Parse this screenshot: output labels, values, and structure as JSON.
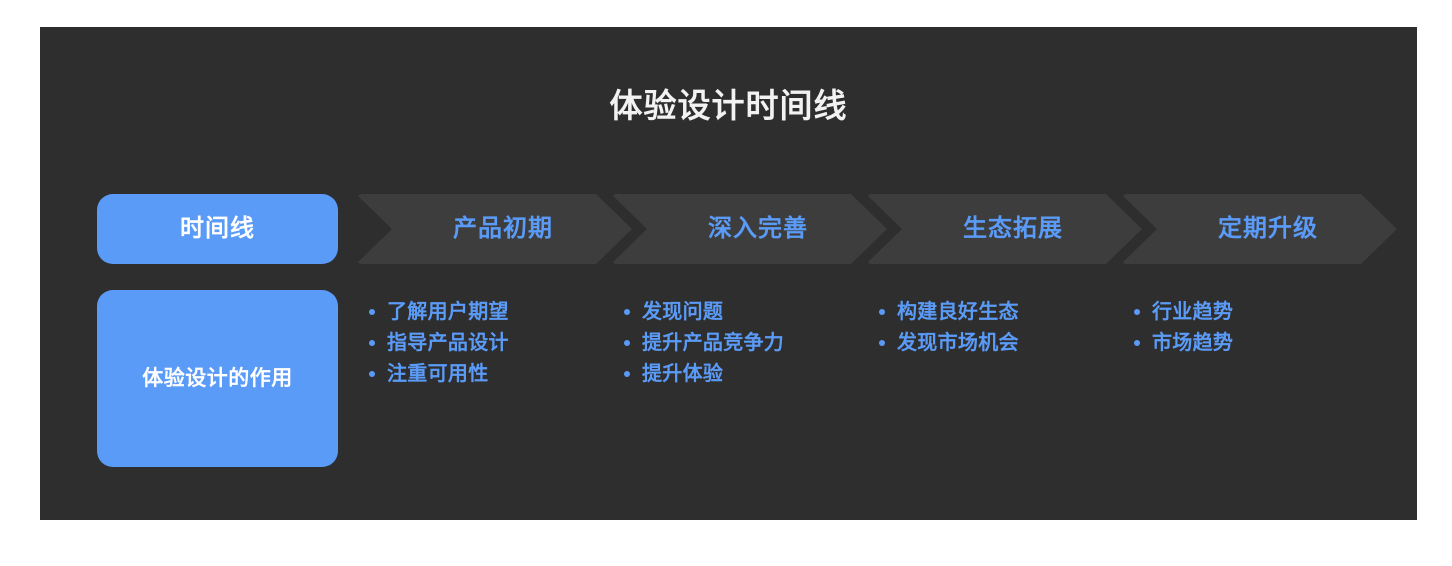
{
  "theme": {
    "page_background": "#ffffff",
    "panel_background": "#2e2e2e",
    "accent_blue": "#5b9bf8",
    "chevron_fill": "#3d3d3d",
    "title_color": "#f2f2f2",
    "on_accent_text": "#ffffff"
  },
  "title": "体验设计时间线",
  "stage_row": {
    "header_label": "时间线",
    "stages": [
      {
        "label": "产品初期"
      },
      {
        "label": "深入完善"
      },
      {
        "label": "生态拓展"
      },
      {
        "label": "定期升级"
      }
    ]
  },
  "content_row": {
    "header_label": "体验设计的作用",
    "columns": [
      {
        "items": [
          {
            "text": "了解用户期望"
          },
          {
            "text": "指导产品设计"
          },
          {
            "text": "注重可用性"
          }
        ]
      },
      {
        "items": [
          {
            "text": "发现问题"
          },
          {
            "text": "提升产品竞争力"
          },
          {
            "text": "提升体验"
          }
        ]
      },
      {
        "items": [
          {
            "text": "构建良好生态"
          },
          {
            "text": "发现市场机会"
          }
        ]
      },
      {
        "items": [
          {
            "text": "行业趋势"
          },
          {
            "text": "市场趋势"
          }
        ]
      }
    ]
  }
}
